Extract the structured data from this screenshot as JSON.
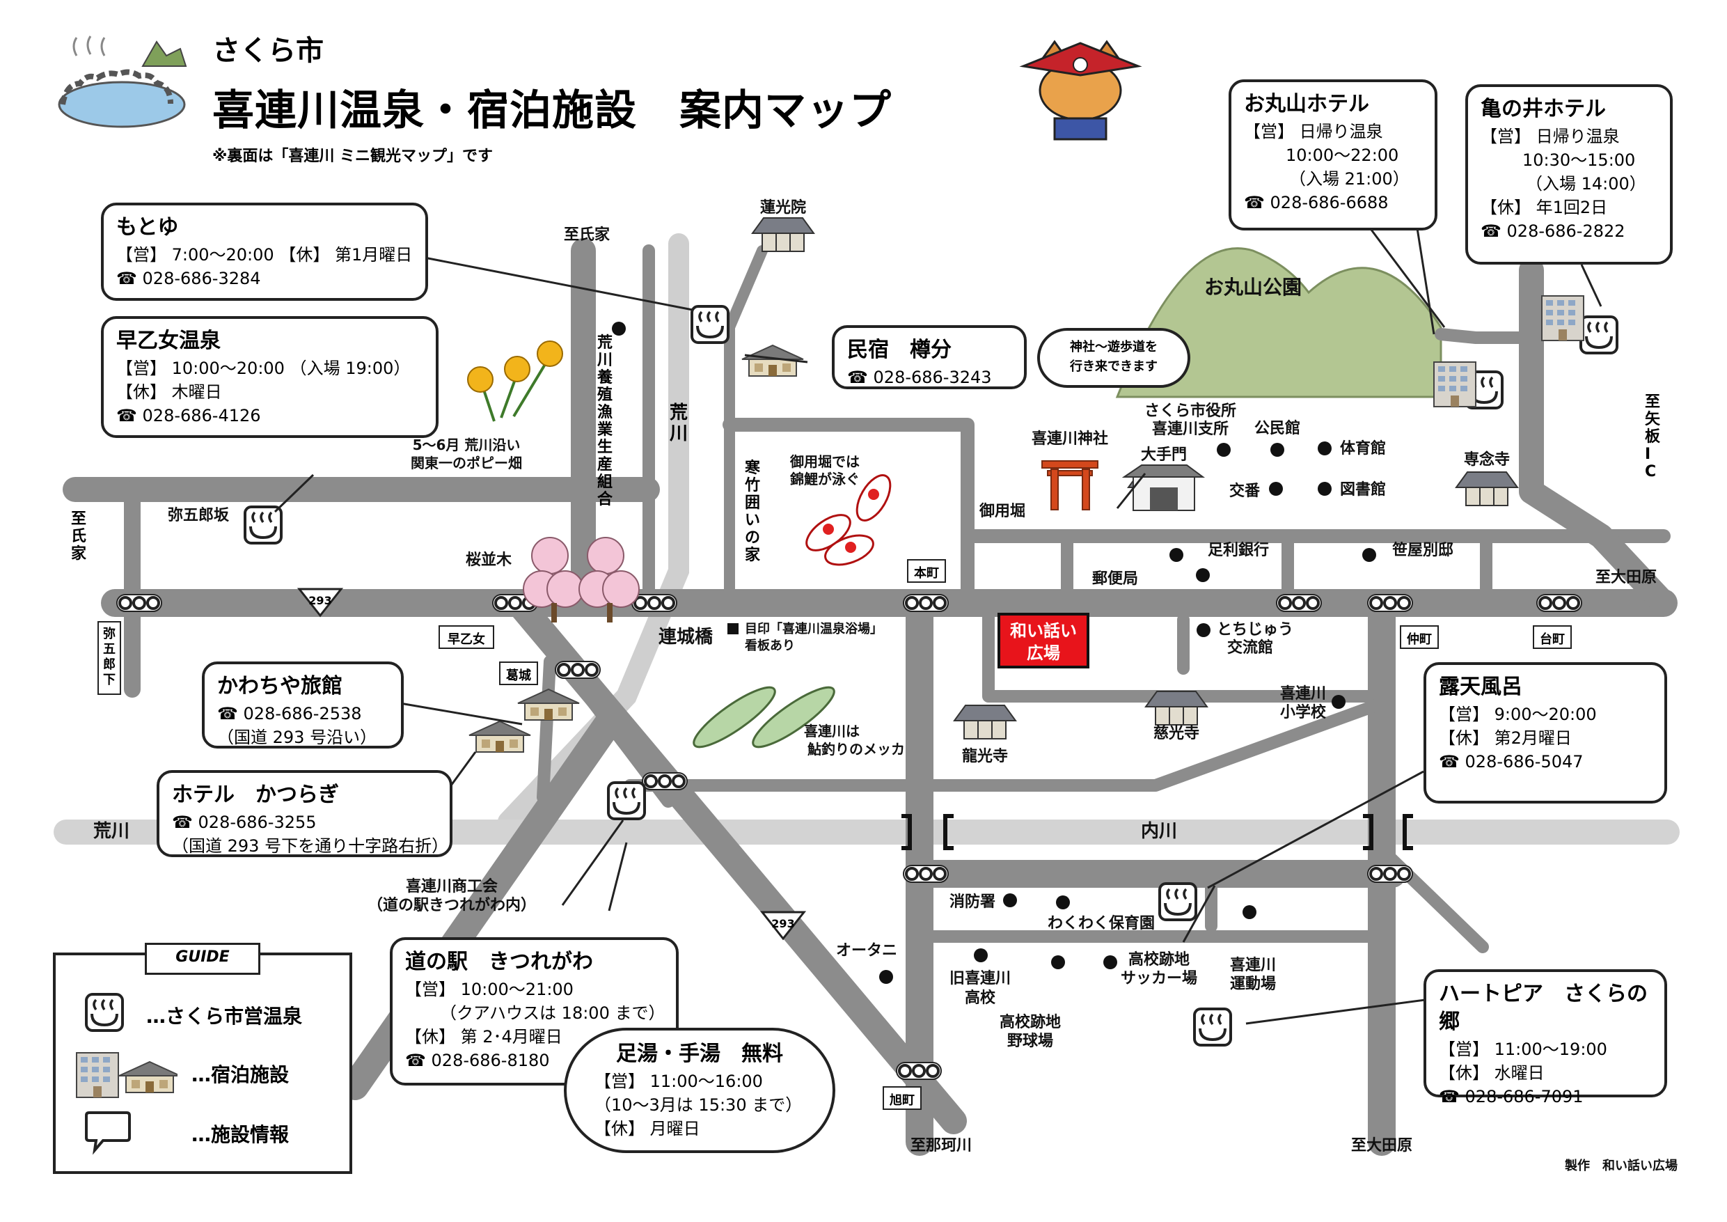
{
  "header": {
    "city": "さくら市",
    "title": "喜連川温泉・宿泊施設　案内マップ",
    "note": "※裏面は「喜連川 ミニ観光マップ」です"
  },
  "infobox": {
    "motoyu": {
      "title": "もとゆ",
      "l1": "【営】 7:00～20:00 【休】 第1月曜日",
      "l2": "☎ 028-686-3284"
    },
    "saotome": {
      "title": "早乙女温泉",
      "l1": "【営】 10:00～20:00 （入場 19:00）",
      "l2": "【休】 木曜日",
      "l3": "☎ 028-686-4126"
    },
    "minshuku": {
      "title": "民宿　樽分",
      "l1": "☎ 028-686-3243"
    },
    "omaru": {
      "title": "お丸山ホテル",
      "l1": "【営】 日帰り温泉",
      "l2": "10:00～22:00",
      "l3": "（入場 21:00）",
      "l4": "☎ 028-686-6688"
    },
    "kamenoi": {
      "title": "亀の井ホテル",
      "l1": "【営】 日帰り温泉",
      "l2": "10:30～15:00",
      "l3": "（入場 14:00）",
      "l4": "【休】 年1回2日",
      "l5": "☎ 028-686-2822"
    },
    "kawachiya": {
      "title": "かわちや旅館",
      "l1": "☎ 028-686-2538",
      "l2": "（国道 293 号沿い）"
    },
    "katsuragi": {
      "title": "ホテル　かつらぎ",
      "l1": "☎ 028-686-3255",
      "l2": "（国道 293 号下を通り十字路右折）"
    },
    "michinoeki": {
      "title": "道の駅　きつれがわ",
      "l1": "【営】 10:00～21:00",
      "l2": "（クアハウスは 18:00 まで）",
      "l3": "【休】 第 2･4月曜日",
      "l4": "☎ 028-686-8180"
    },
    "ashiyu": {
      "title": "足湯・手湯　無料",
      "l1": "【営】 11:00～16:00",
      "l2": "（10～3月は 15:30 まで）",
      "l3": "【休】 月曜日"
    },
    "rotenburo": {
      "title": "露天風呂",
      "l1": "【営】 9:00～20:00",
      "l2": "【休】 第2月曜日",
      "l3": "☎ 028-686-5047"
    },
    "heartpia": {
      "title": "ハートピア　さくらの郷",
      "l1": "【営】 11:00～19:00",
      "l2": "【休】 水曜日",
      "l3": "☎ 028-686-7091"
    },
    "shrine_bubble": {
      "l1": "神社～遊歩道を",
      "l2": "行き来できます"
    }
  },
  "places": {
    "shiujike_top": "至氏家",
    "renkoin": "蓮光院",
    "fishery": "荒川養殖漁業生産組合",
    "arakawa_v": "荒川",
    "poppy_caption1": "5～6月 荒川沿い",
    "poppy_caption2": "関東一のポピー畑",
    "yagorozaka": "弥五郎坂",
    "shiujike_left": "至氏家",
    "sakuranamiki": "桜並木",
    "kantake": "寒竹囲いの家",
    "koi_caption1": "御用堀では",
    "koi_caption2": "錦鯉が泳ぐ",
    "omaru_park": "お丸山公園",
    "city_office1": "さくら市役所",
    "city_office2": "喜連川支所",
    "kominkan": "公民館",
    "taiikukan": "体育館",
    "shrine": "喜連川神社",
    "otemon": "大手門",
    "koban": "交番",
    "library": "図書館",
    "goyobori": "御用堀",
    "senenji": "専念寺",
    "yaita_ic": "至矢板IC",
    "ashikaga": "足利銀行",
    "sasaya": "笹屋別邸",
    "yubinkyoku": "郵便局",
    "oodawara_right": "至大田原",
    "route293": "293",
    "renjobashi": "連城橋",
    "mejirushi1": "目印「喜連川温泉浴場」",
    "mejirushi2": "看板あり",
    "tochijuu1": "とちじゅう",
    "tochijuu2": "交流館",
    "wabanashi1": "和い話い",
    "wabanashi2": "広場",
    "ayu_caption1": "喜連川は",
    "ayu_caption2": "鮎釣りのメッカ",
    "elementary1": "喜連川",
    "elementary2": "小学校",
    "jikoji": "慈光寺",
    "ryukoji": "龍光寺",
    "arakawa_h": "荒川",
    "uchikawa": "内川",
    "shokokai1": "喜連川商工会",
    "shokokai2": "（道の駅きつれがわ内）",
    "shobosho": "消防署",
    "hoikuen": "わくわく保育園",
    "otani": "オータニ",
    "old_high1": "旧喜連川",
    "old_high2": "高校",
    "soccer1": "高校跡地",
    "soccer2": "サッカー場",
    "baseball1": "高校跡地",
    "baseball2": "野球場",
    "undojo1": "喜連川",
    "undojo2": "運動場",
    "nakagawa": "至那珂川",
    "oodawara_bottom": "至大田原",
    "credit": "製作　和い話い広場"
  },
  "signs": {
    "yagoroshita": "弥五郎下",
    "saotome": "早乙女",
    "kuzujo": "葛城",
    "honcho": "本町",
    "nakacho": "仲町",
    "daicho": "台町",
    "asahicho": "旭町"
  },
  "guide": {
    "title": "GUIDE",
    "onsen": "…さくら市営温泉",
    "lodging": "…宿泊施設",
    "info": "…施設情報"
  },
  "colors": {
    "road": "#8c8c8c",
    "river": "#d2d2d2",
    "hill": "#a9be86",
    "marker": "#e8141b"
  }
}
